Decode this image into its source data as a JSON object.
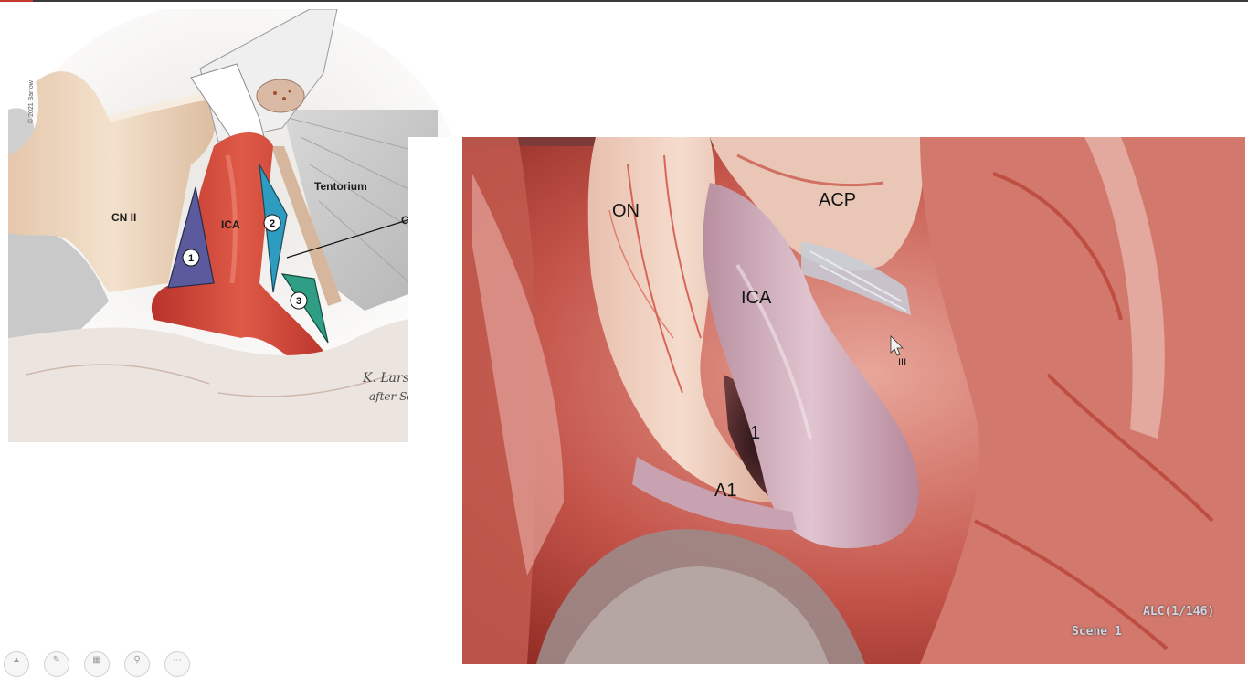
{
  "illustration": {
    "labels": {
      "cn2": "CN II",
      "ica": "ICA",
      "tentorium": "Tentorium",
      "cn3": "CN III"
    },
    "triangles": [
      "1",
      "2",
      "3"
    ],
    "copyright": "© 2021 Barrow",
    "signature_line1": "K. Larson",
    "signature_line2": "after Schornak",
    "colors": {
      "triangle1": "#5a5a9c",
      "triangle2": "#2e9cc0",
      "triangle3": "#2f9e84",
      "artery": "#d7473a"
    }
  },
  "video": {
    "labels": {
      "on": "ON",
      "acp": "ACP",
      "ica": "ICA",
      "cn3": "III",
      "triangle": "1",
      "a1": "A1"
    },
    "overlay_counter": "ALC(1/146)",
    "overlay_scene": "Scene 1"
  },
  "toolbar": {
    "icons": [
      "arrow-icon",
      "pen-icon",
      "slides-icon",
      "search-icon",
      "more-icon"
    ]
  }
}
